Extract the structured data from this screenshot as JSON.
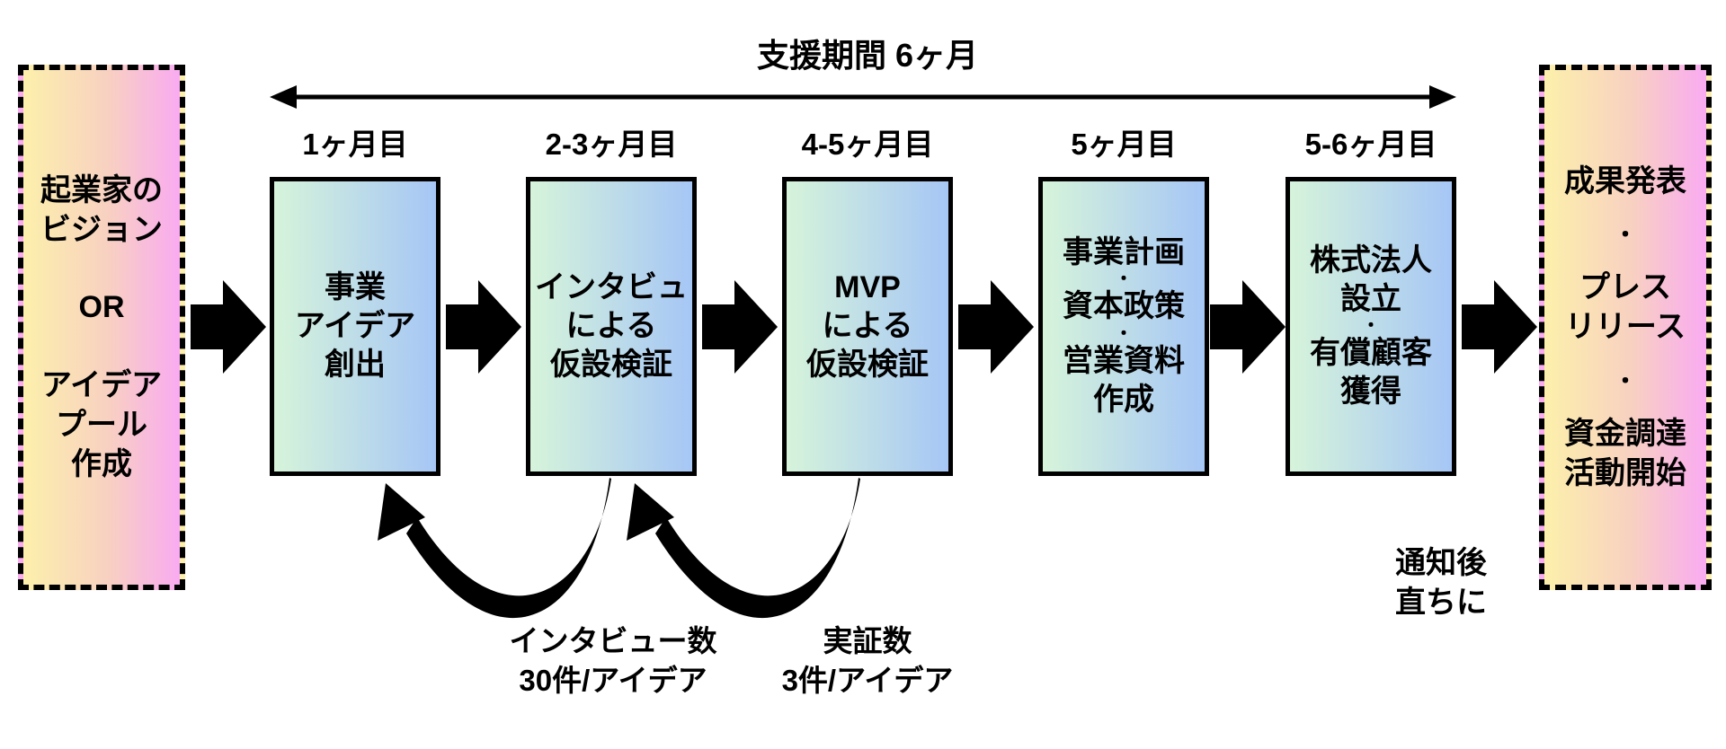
{
  "diagram": {
    "title": "支援期間 6ヶ月",
    "entry": {
      "lines": [
        "起業家の",
        "ビジョン",
        "OR",
        "アイデア",
        "プール",
        "作成"
      ]
    },
    "exit": {
      "lines": [
        "成果発表",
        "・",
        "プレス",
        "リリース",
        "・",
        "資金調達",
        "活動開始"
      ]
    },
    "steps": [
      {
        "month": "1ヶ月目",
        "lines": [
          "事業",
          "アイデア",
          "創出"
        ]
      },
      {
        "month": "2-3ヶ月目",
        "lines": [
          "インタビュ",
          "による",
          "仮設検証"
        ]
      },
      {
        "month": "4-5ヶ月目",
        "lines": [
          "MVP",
          "による",
          "仮設検証"
        ]
      },
      {
        "month": "5ヶ月目",
        "lines": [
          "事業計画",
          "・",
          "資本政策",
          "・",
          "営業資料",
          "作成"
        ]
      },
      {
        "month": "5-6ヶ月目",
        "lines": [
          "株式法人",
          "設立",
          "・",
          "有償顧客",
          "獲得"
        ]
      }
    ],
    "annotations": {
      "interview": {
        "line1": "インタビュー数",
        "line2": "30件/アイデア"
      },
      "proof": {
        "line1": "実証数",
        "line2": "3件/アイデア"
      },
      "notice": {
        "line1": "通知後",
        "line2": "直ちに"
      }
    },
    "colors": {
      "terminal_gradient_start": "#fcf0ab",
      "terminal_gradient_end": "#f9abf1",
      "step_gradient_start": "#d6f4da",
      "step_gradient_end": "#a6c6f6",
      "line": "#000000"
    }
  }
}
